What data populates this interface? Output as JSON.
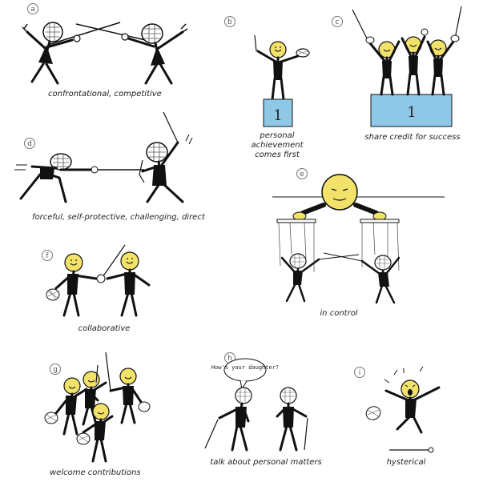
{
  "panels": [
    {
      "id": "a",
      "badge": "a",
      "caption": "confrontational, competitive"
    },
    {
      "id": "b",
      "badge": "b",
      "caption": "personal achievement comes first",
      "podium_number": "1"
    },
    {
      "id": "c",
      "badge": "c",
      "caption": "share credit for success",
      "podium_number": "1"
    },
    {
      "id": "d",
      "badge": "d",
      "caption": "forceful, self-protective, challenging, direct"
    },
    {
      "id": "e",
      "badge": "e",
      "caption": "in control"
    },
    {
      "id": "f",
      "badge": "f",
      "caption": "collaborative"
    },
    {
      "id": "g",
      "badge": "g",
      "caption": "welcome contributions"
    },
    {
      "id": "h",
      "badge": "h",
      "caption": "talk about personal matters",
      "speech_bubble": "How's your daughter?"
    },
    {
      "id": "i",
      "badge": "i",
      "caption": "hysterical"
    }
  ],
  "colors": {
    "ink": "#111111",
    "face": "#f2e26a",
    "podium": "#8ec8e6",
    "mask": "#ffffff"
  }
}
